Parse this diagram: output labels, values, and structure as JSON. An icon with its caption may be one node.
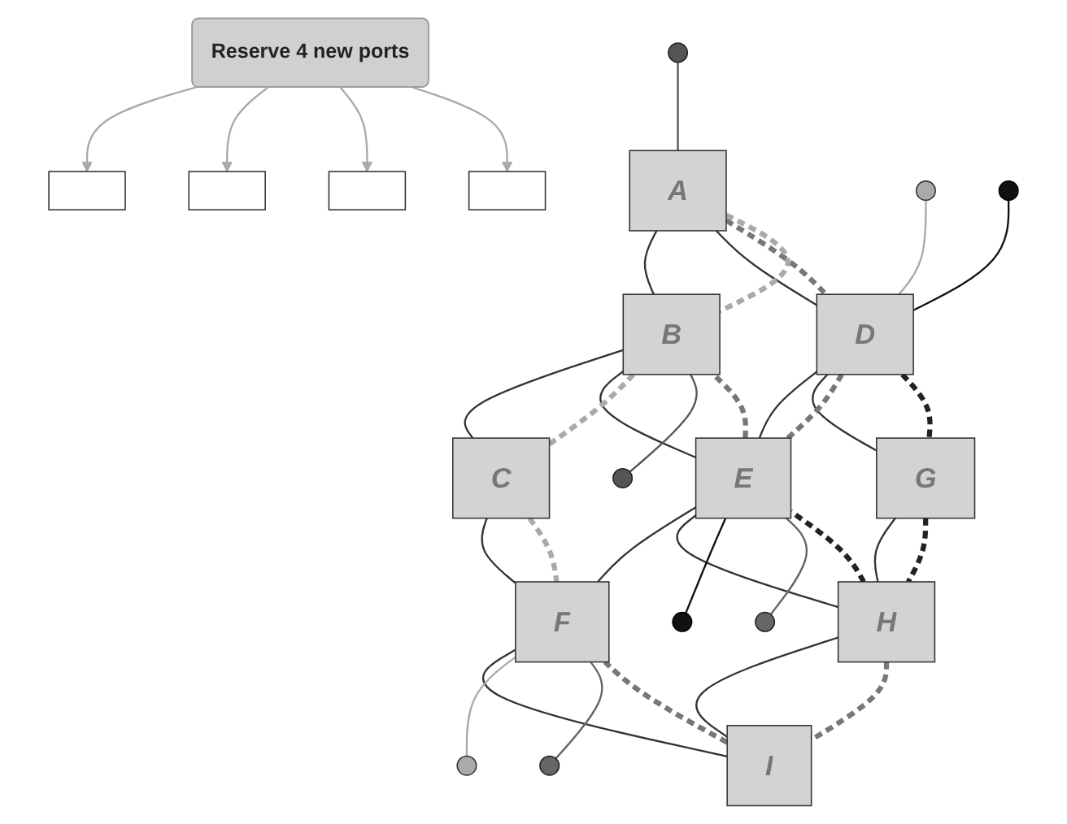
{
  "diagram": {
    "nodes": [
      {
        "text": [
          "A"
        ]
      },
      {
        "text": [
          "B"
        ]
      },
      {
        "text": [
          "C"
        ]
      },
      {
        "text": [
          "D"
        ]
      },
      {
        "text": [
          "E"
        ]
      },
      {
        "text": [
          "F"
        ]
      },
      {
        "text": [
          "G"
        ]
      },
      {
        "text": [
          "H"
        ]
      },
      {
        "text": [
          "I"
        ]
      },
      {
        "text": [
          "Reserve 4 new ports"
        ]
      },
      {
        "text": [],
        "shape": "box"
      },
      {
        "text": [],
        "shape": "box"
      },
      {
        "text": [],
        "shape": "box"
      },
      {
        "text": [],
        "shape": "box"
      },
      {
        "text": [],
        "shape": "circle"
      },
      {
        "text": [],
        "shape": "circle"
      },
      {
        "text": [],
        "shape": "circle"
      },
      {
        "text": [],
        "shape": "circle"
      },
      {
        "text": [],
        "shape": "circle"
      },
      {
        "text": [],
        "shape": "circle"
      },
      {
        "text": [],
        "shape": "circle"
      },
      {
        "text": [],
        "shape": "circle"
      }
    ],
    "edges": [
      {
        "from": 0,
        "to": 1,
        "arrow": "none"
      },
      {
        "from": 1,
        "to": 2,
        "arrow": "none"
      },
      {
        "from": 0,
        "to": 3,
        "arrow": "none"
      },
      {
        "from": 1,
        "to": 4,
        "arrow": "none"
      },
      {
        "from": 2,
        "to": 5,
        "arrow": "none"
      },
      {
        "from": 3,
        "to": 4,
        "arrow": "none"
      },
      {
        "from": 4,
        "to": 5,
        "arrow": "none"
      },
      {
        "from": 3,
        "to": 6,
        "arrow": "none"
      },
      {
        "from": 4,
        "to": 7,
        "arrow": "none"
      },
      {
        "from": 5,
        "to": 8,
        "arrow": "none"
      },
      {
        "from": 6,
        "to": 7,
        "arrow": "none"
      },
      {
        "from": 7,
        "to": 8,
        "arrow": "none"
      },
      {
        "from": 0,
        "to": 3,
        "arrow": "none",
        "style": "dashed",
        "color": "#777777"
      },
      {
        "from": 3,
        "to": 4,
        "arrow": "none",
        "style": "dashed",
        "color": "#777777"
      },
      {
        "from": 4,
        "to": 1,
        "arrow": "none",
        "style": "dashed",
        "color": "#777777"
      },
      {
        "from": 0,
        "to": 1,
        "arrow": "none",
        "style": "dashed",
        "color": "#aaaaaa"
      },
      {
        "from": 1,
        "to": 2,
        "arrow": "none",
        "style": "dashed",
        "color": "#aaaaaa"
      },
      {
        "from": 2,
        "to": 5,
        "arrow": "none",
        "style": "dashed",
        "color": "#aaaaaa"
      },
      {
        "from": 3,
        "to": 6,
        "arrow": "none",
        "style": "dashed",
        "color": "#222222"
      },
      {
        "from": 6,
        "to": 7,
        "arrow": "none",
        "style": "dashed",
        "color": "#222222"
      },
      {
        "from": 7,
        "to": 4,
        "arrow": "none",
        "style": "dashed",
        "color": "#222222"
      },
      {
        "from": 7,
        "to": 8,
        "arrow": "none",
        "style": "dashed",
        "color": "#777777"
      },
      {
        "from": 8,
        "to": 5,
        "arrow": "none",
        "style": "dashed",
        "color": "#777777"
      },
      {
        "from": 15,
        "to": 0,
        "arrow": "none",
        "color": "#555555"
      },
      {
        "from": 1,
        "to": 14,
        "arrow": "none",
        "color": "#555555"
      },
      {
        "from": 16,
        "to": 3,
        "arrow": "none",
        "color": "#aaaaaa"
      },
      {
        "from": 17,
        "to": 3,
        "arrow": "none",
        "color": "#111111"
      },
      {
        "from": 5,
        "to": 18,
        "arrow": "none",
        "color": "#aaaaaa"
      },
      {
        "from": 5,
        "to": 19,
        "arrow": "none",
        "color": "#666666"
      },
      {
        "from": 4,
        "to": 20,
        "arrow": "none",
        "color": "#111111"
      },
      {
        "from": 4,
        "to": 21,
        "arrow": "none",
        "color": "#666666"
      },
      {
        "from": 9,
        "to": 10,
        "arrow": "to",
        "color": "#aaaaaa"
      },
      {
        "from": 9,
        "to": 11,
        "arrow": "to",
        "color": "#aaaaaa"
      },
      {
        "from": 9,
        "to": 12,
        "arrow": "to",
        "color": "#aaaaaa"
      },
      {
        "from": 9,
        "to": 13,
        "arrow": "to",
        "color": "#aaaaaa"
      }
    ]
  }
}
